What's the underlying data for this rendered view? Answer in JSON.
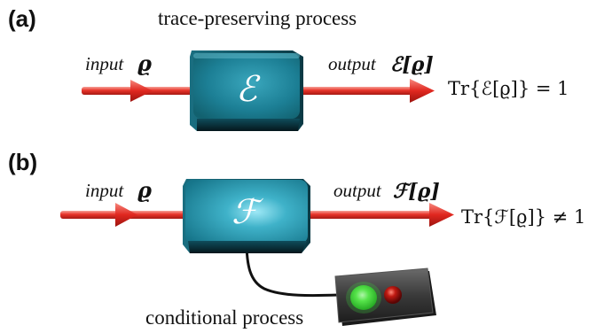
{
  "panel_a": {
    "label": "(a)",
    "title": "trace-preserving process",
    "input_text": "input",
    "input_symbol": "ϱ",
    "box_symbol": "ℰ",
    "output_text": "output",
    "output_symbol": "ℰ[ϱ]",
    "equation": "Tr{ℰ[ϱ]} = 1"
  },
  "panel_b": {
    "label": "(b)",
    "caption": "conditional process",
    "input_text": "input",
    "input_symbol": "ϱ",
    "box_symbol": "ℱ",
    "output_text": "output",
    "output_symbol": "ℱ[ϱ]",
    "equation": "Tr{ℱ[ϱ]} ≠ 1"
  },
  "colors": {
    "beam": "#e8342a",
    "box_face": "#1c7f95",
    "box_dark": "#0b3e4c",
    "led_green": "#3cd83a",
    "led_red": "#b31212",
    "device_body": "#3d3d3d"
  }
}
